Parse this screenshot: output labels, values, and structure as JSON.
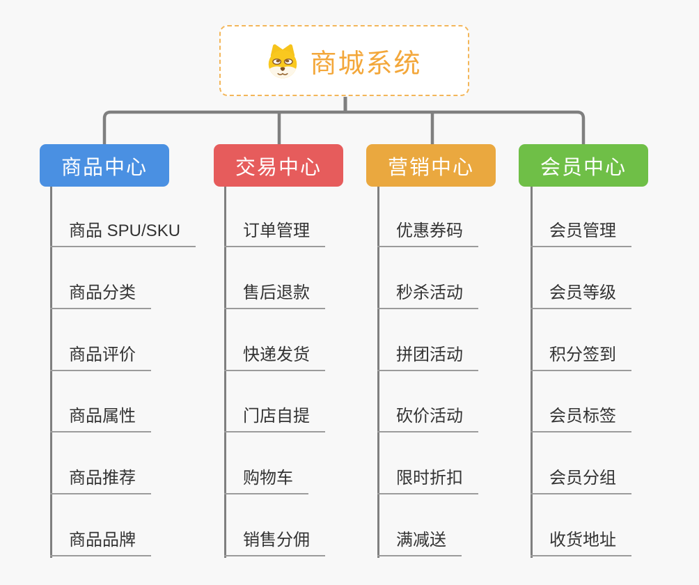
{
  "diagram": {
    "root": {
      "title": "商城系统",
      "icon": "shiba-dog-icon",
      "title_color": "#f3a73a",
      "border_color": "#f3b659"
    },
    "branches": [
      {
        "label": "商品中心",
        "color": "#4a90e2",
        "items": [
          "商品 SPU/SKU",
          "商品分类",
          "商品评价",
          "商品属性",
          "商品推荐",
          "商品品牌"
        ]
      },
      {
        "label": "交易中心",
        "color": "#e65c5c",
        "items": [
          "订单管理",
          "售后退款",
          "快递发货",
          "门店自提",
          "购物车",
          "销售分佣"
        ]
      },
      {
        "label": "营销中心",
        "color": "#eaa83f",
        "items": [
          "优惠券码",
          "秒杀活动",
          "拼团活动",
          "砍价活动",
          "限时折扣",
          "满减送"
        ]
      },
      {
        "label": "会员中心",
        "color": "#6fbf47",
        "items": [
          "会员管理",
          "会员等级",
          "积分签到",
          "会员标签",
          "会员分组",
          "收货地址"
        ]
      }
    ],
    "line_color": "#7f7f7f",
    "underline_color": "#9b9b9b",
    "text_color": "#333333",
    "background_color": "#f8f8f8"
  }
}
